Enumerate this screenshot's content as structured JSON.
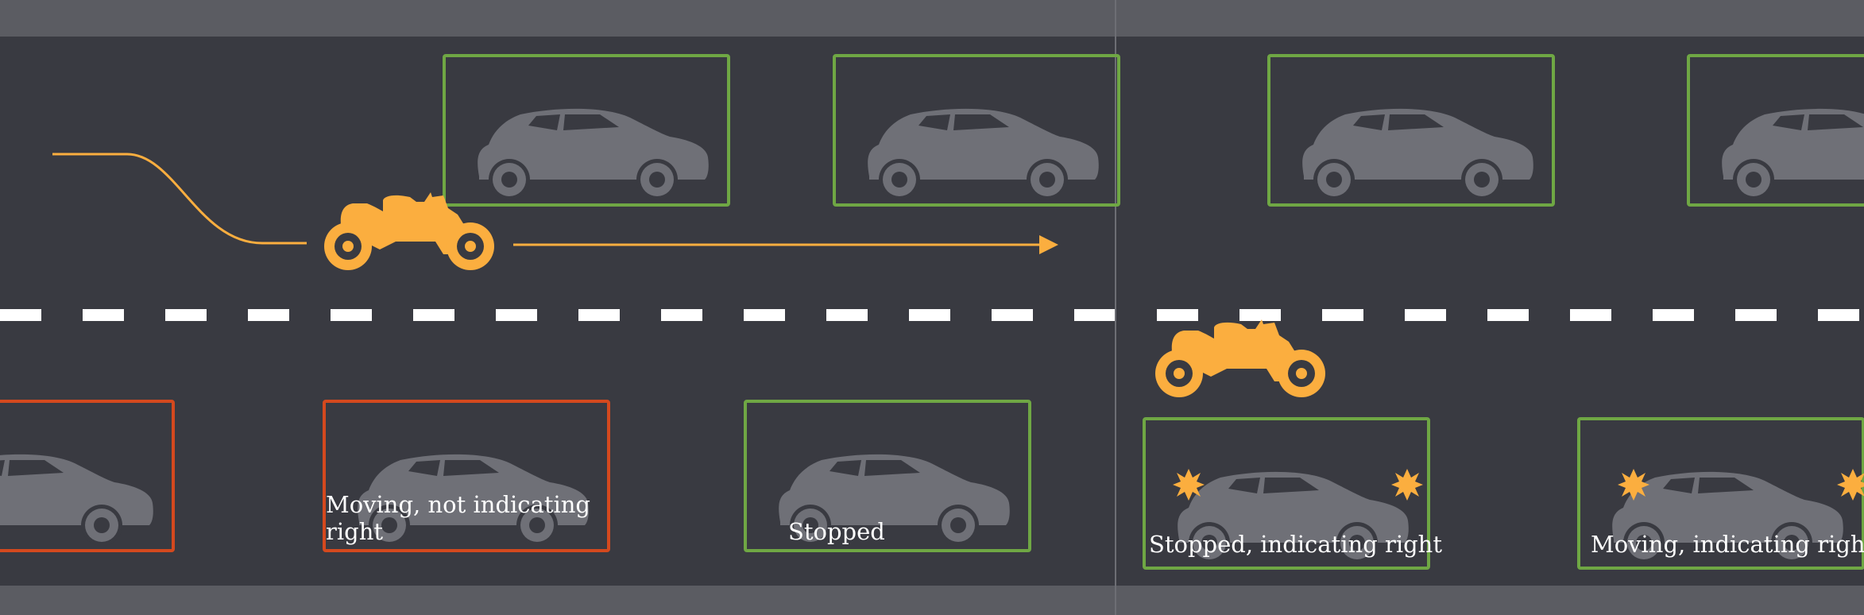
{
  "colors": {
    "road": "#393a41",
    "curb": "#5b5c62",
    "lane_marking": "#ffffff",
    "car_body": "#6f7077",
    "frame_ok": "#6fa744",
    "frame_danger": "#d4491e",
    "motorcycle": "#fbae3f",
    "panel_divider": "#6d6e74"
  },
  "icons": {
    "vehicle": "car-icon",
    "rider": "motorcycle-icon",
    "indicator": "indicator-flash-icon",
    "direction": "arrow-right-icon"
  },
  "panels": [
    {
      "captions": [
        {
          "text": "Moving, not indicating right",
          "frame": "danger"
        },
        {
          "text": "Stopped",
          "frame": "ok"
        }
      ]
    },
    {
      "captions": [
        {
          "text": "Stopped, indicating right",
          "frame": "ok"
        },
        {
          "text": "Moving, indicating right",
          "frame": "ok"
        }
      ]
    }
  ]
}
